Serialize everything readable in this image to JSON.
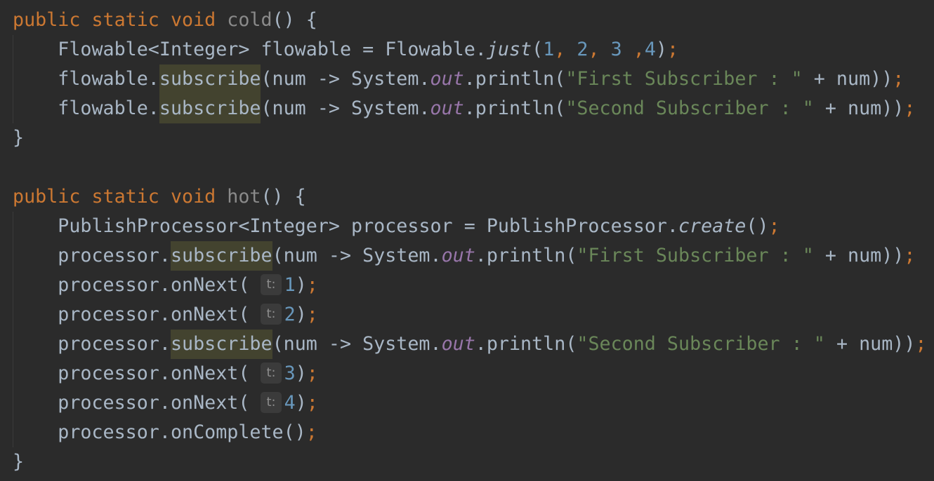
{
  "editor": {
    "background": "#2b2b2b",
    "colors": {
      "keyword": "#cc7832",
      "string": "#6a8759",
      "number": "#6897bb",
      "static_field": "#9876aa",
      "default_text": "#a9b7c6",
      "unused_method_name": "#8a8a8a",
      "usage_highlight": "#43432f",
      "hint_background": "#3b3b3b"
    },
    "lines": [
      [
        {
          "t": "public static void ",
          "c": "kw"
        },
        {
          "t": "cold",
          "c": "fn-decl"
        },
        {
          "t": "() {"
        }
      ],
      [
        {
          "t": "    Flowable<Integer> flowable = Flowable."
        },
        {
          "t": "just",
          "c": "static-call"
        },
        {
          "t": "("
        },
        {
          "t": "1",
          "c": "num"
        },
        {
          "t": ", ",
          "c": "semi"
        },
        {
          "t": "2",
          "c": "num"
        },
        {
          "t": ", ",
          "c": "semi"
        },
        {
          "t": "3",
          "c": "num"
        },
        {
          "t": " ,",
          "c": "semi"
        },
        {
          "t": "4",
          "c": "num"
        },
        {
          "t": ")"
        },
        {
          "t": ";",
          "c": "semi"
        }
      ],
      [
        {
          "t": "    flowable."
        },
        {
          "t": "subscribe",
          "c": "hl"
        },
        {
          "t": "(num -> System."
        },
        {
          "t": "out",
          "c": "static-field"
        },
        {
          "t": ".println("
        },
        {
          "t": "\"First Subscriber : \"",
          "c": "str"
        },
        {
          "t": " + num))"
        },
        {
          "t": ";",
          "c": "semi"
        }
      ],
      [
        {
          "t": "    flowable."
        },
        {
          "t": "subscribe",
          "c": "hl"
        },
        {
          "t": "(num -> System."
        },
        {
          "t": "out",
          "c": "static-field"
        },
        {
          "t": ".println("
        },
        {
          "t": "\"Second Subscriber : \"",
          "c": "str"
        },
        {
          "t": " + num))"
        },
        {
          "t": ";",
          "c": "semi"
        }
      ],
      [
        {
          "t": "}"
        }
      ],
      [],
      [
        {
          "t": "public static void ",
          "c": "kw"
        },
        {
          "t": "hot",
          "c": "fn-decl"
        },
        {
          "t": "() {"
        }
      ],
      [
        {
          "t": "    PublishProcessor<Integer> processor = PublishProcessor."
        },
        {
          "t": "create",
          "c": "static-call"
        },
        {
          "t": "()"
        },
        {
          "t": ";",
          "c": "semi"
        }
      ],
      [
        {
          "t": "    processor."
        },
        {
          "t": "subscribe",
          "c": "hl"
        },
        {
          "t": "(num -> System."
        },
        {
          "t": "out",
          "c": "static-field"
        },
        {
          "t": ".println("
        },
        {
          "t": "\"First Subscriber : \"",
          "c": "str"
        },
        {
          "t": " + num))"
        },
        {
          "t": ";",
          "c": "semi"
        }
      ],
      [
        {
          "t": "    processor.onNext( "
        },
        {
          "t": "t:",
          "c": "hint"
        },
        {
          "t": "1",
          "c": "num"
        },
        {
          "t": ")"
        },
        {
          "t": ";",
          "c": "semi"
        }
      ],
      [
        {
          "t": "    processor.onNext( "
        },
        {
          "t": "t:",
          "c": "hint"
        },
        {
          "t": "2",
          "c": "num"
        },
        {
          "t": ")"
        },
        {
          "t": ";",
          "c": "semi"
        }
      ],
      [
        {
          "t": "    processor."
        },
        {
          "t": "subscribe",
          "c": "hl"
        },
        {
          "t": "(num -> System."
        },
        {
          "t": "out",
          "c": "static-field"
        },
        {
          "t": ".println("
        },
        {
          "t": "\"Second Subscriber : \"",
          "c": "str"
        },
        {
          "t": " + num))"
        },
        {
          "t": ";",
          "c": "semi"
        }
      ],
      [
        {
          "t": "    processor.onNext( "
        },
        {
          "t": "t:",
          "c": "hint"
        },
        {
          "t": "3",
          "c": "num"
        },
        {
          "t": ")"
        },
        {
          "t": ";",
          "c": "semi"
        }
      ],
      [
        {
          "t": "    processor.onNext( "
        },
        {
          "t": "t:",
          "c": "hint"
        },
        {
          "t": "4",
          "c": "num"
        },
        {
          "t": ")"
        },
        {
          "t": ";",
          "c": "semi"
        }
      ],
      [
        {
          "t": "    processor.onComplete()"
        },
        {
          "t": ";",
          "c": "semi"
        }
      ],
      [
        {
          "t": "}"
        }
      ]
    ]
  }
}
